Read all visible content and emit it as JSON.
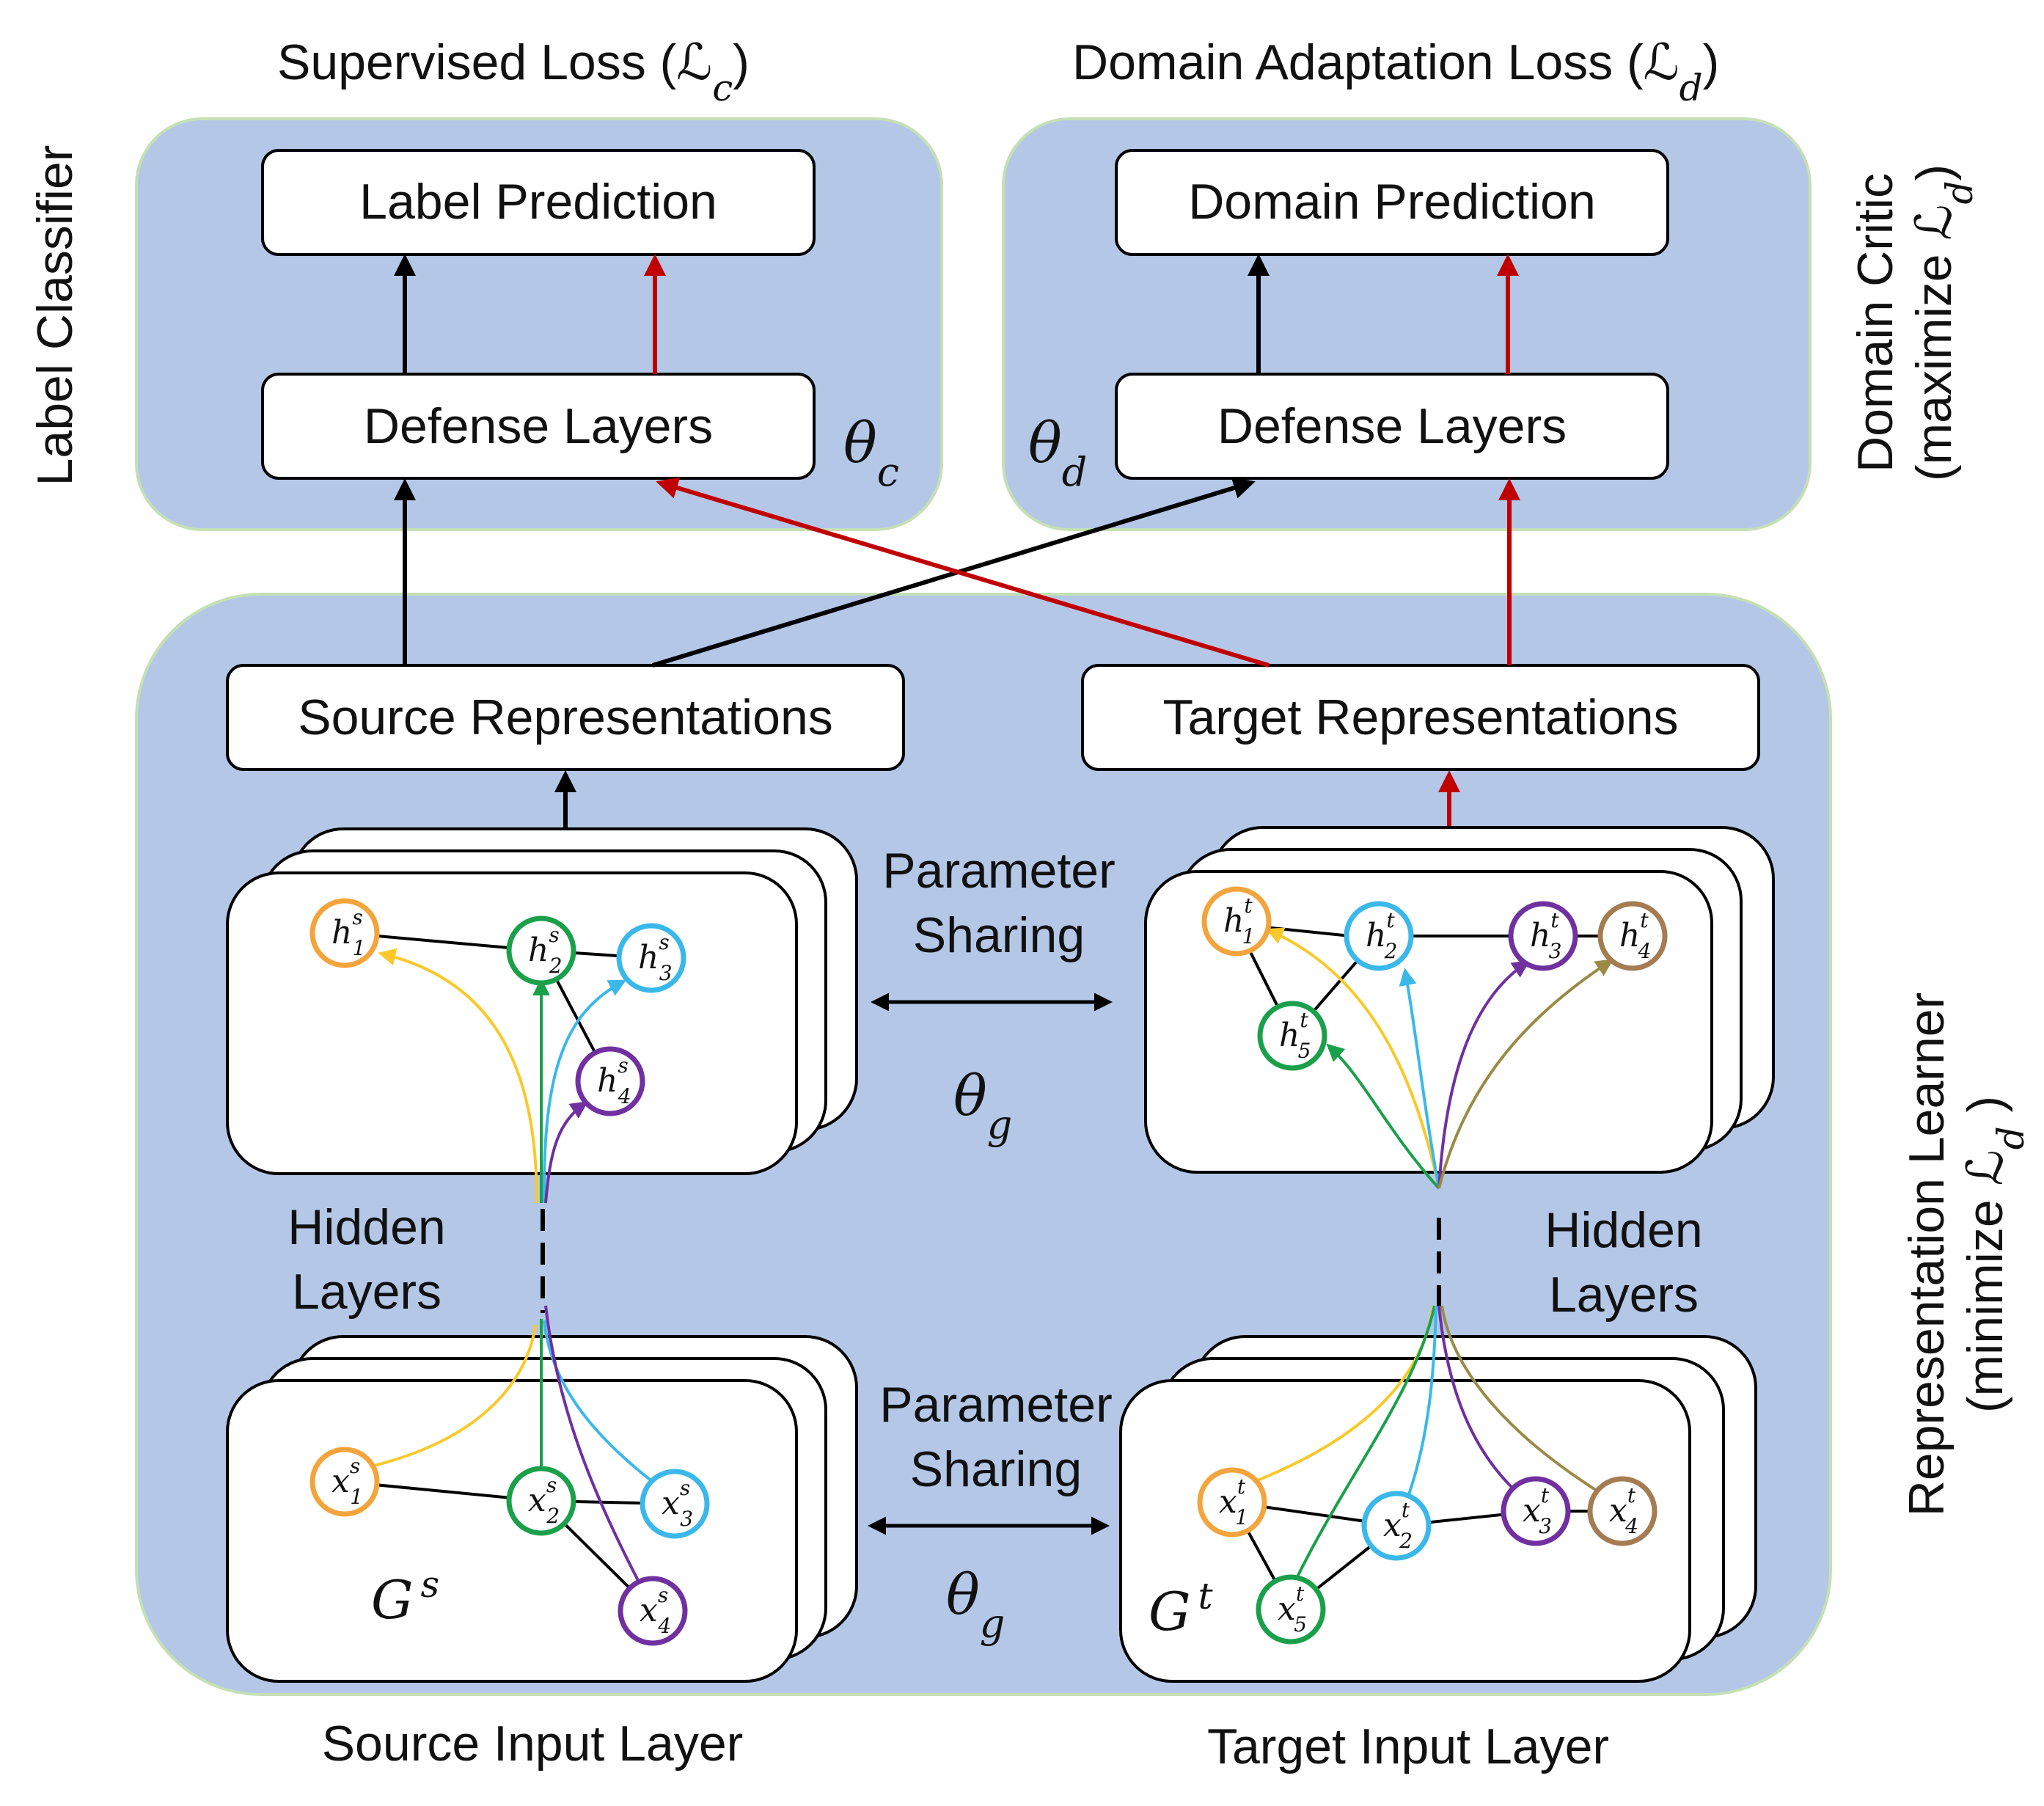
{
  "titles": {
    "supervised_loss": "Supervised Loss (ℒ",
    "supervised_loss_sub": "c",
    "domain_loss": "Domain Adaptation Loss (ℒ",
    "domain_loss_sub": "d",
    "close_paren": ")"
  },
  "side_labels": {
    "label_classifier": "Label Classifier",
    "domain_critic_1": "Domain Critic",
    "domain_critic_2": "(maximize ℒ",
    "domain_critic_2_sub": "d",
    "rep_learner_1": "Representation Learner",
    "rep_learner_2": "(minimize ℒ",
    "rep_learner_2_sub": "d",
    "rep_learner_2_end": " )"
  },
  "boxes": {
    "label_prediction": "Label Prediction",
    "domain_prediction": "Domain Prediction",
    "defense_layers_left": "Defense Layers",
    "defense_layers_right": "Defense Layers",
    "source_representations": "Source Representations",
    "target_representations": "Target Representations"
  },
  "params": {
    "theta": "θ",
    "theta_c_sub": "c",
    "theta_d_sub": "d",
    "theta_g_sub": "g"
  },
  "middle": {
    "parameter": "Parameter",
    "sharing": "Sharing"
  },
  "layer_labels": {
    "hidden": "Hidden",
    "layers": "Layers",
    "source_input_layer": "Source Input Layer",
    "target_input_layer": "Target Input Layer"
  },
  "graphs": {
    "source_graph": "G",
    "source_graph_sup": "s",
    "target_graph": "G",
    "target_graph_sup": "t"
  },
  "colors": {
    "panel_fill": "#b4c7e7",
    "panel_stroke": "#c5e0b4",
    "black_arrow": "#000000",
    "red_arrow": "#c00000",
    "orange": "#f4a43c",
    "green": "#1aa04a",
    "light_blue": "#3bb8ea",
    "purple": "#7030a0",
    "brown": "#a57c52",
    "yellow": "#f9c92b",
    "olive": "#9a8a46"
  },
  "nodes": {
    "source_hidden": [
      {
        "base": "h",
        "sup": "s",
        "sub": "1",
        "color": "orange"
      },
      {
        "base": "h",
        "sup": "s",
        "sub": "2",
        "color": "green"
      },
      {
        "base": "h",
        "sup": "s",
        "sub": "3",
        "color": "light_blue"
      },
      {
        "base": "h",
        "sup": "s",
        "sub": "4",
        "color": "purple"
      }
    ],
    "target_hidden": [
      {
        "base": "h",
        "sup": "t",
        "sub": "1",
        "color": "orange"
      },
      {
        "base": "h",
        "sup": "t",
        "sub": "2",
        "color": "light_blue"
      },
      {
        "base": "h",
        "sup": "t",
        "sub": "3",
        "color": "purple"
      },
      {
        "base": "h",
        "sup": "t",
        "sub": "4",
        "color": "brown"
      },
      {
        "base": "h",
        "sup": "t",
        "sub": "5",
        "color": "green"
      }
    ],
    "source_input": [
      {
        "base": "x",
        "sup": "s",
        "sub": "1",
        "color": "orange"
      },
      {
        "base": "x",
        "sup": "s",
        "sub": "2",
        "color": "green"
      },
      {
        "base": "x",
        "sup": "s",
        "sub": "3",
        "color": "light_blue"
      },
      {
        "base": "x",
        "sup": "s",
        "sub": "4",
        "color": "purple"
      }
    ],
    "target_input": [
      {
        "base": "x",
        "sup": "t",
        "sub": "1",
        "color": "orange"
      },
      {
        "base": "x",
        "sup": "t",
        "sub": "2",
        "color": "light_blue"
      },
      {
        "base": "x",
        "sup": "t",
        "sub": "3",
        "color": "purple"
      },
      {
        "base": "x",
        "sup": "t",
        "sub": "4",
        "color": "brown"
      },
      {
        "base": "x",
        "sup": "t",
        "sub": "5",
        "color": "green"
      }
    ]
  }
}
